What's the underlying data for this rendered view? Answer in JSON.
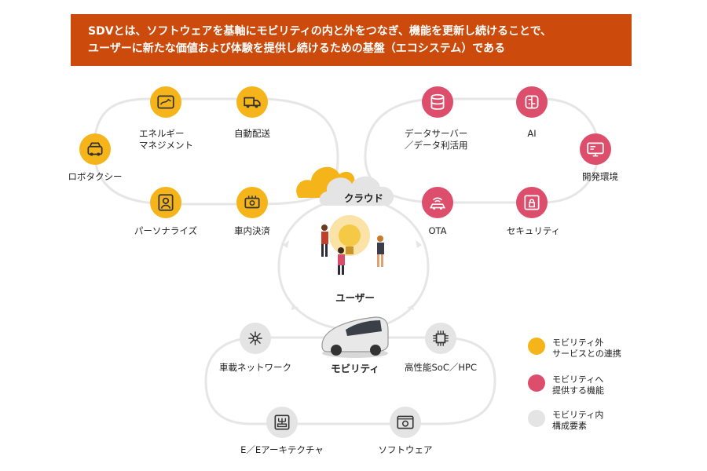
{
  "banner": {
    "line1": "SDVとは、ソフトウェアを基軸にモビリティの内と外をつなぎ、機能を更新し続けることで、",
    "line2": "ユーザーに新たな価値および体験を提供し続けるための基盤（エコシステム）である"
  },
  "center": {
    "cloud_label": "クラウド",
    "user_label": "ユーザー",
    "mobility_label": "モビリティ"
  },
  "outside_services": [
    {
      "label": "ロボタクシー",
      "icon": "taxi-icon"
    },
    {
      "label": "エネルギー\nマネジメント",
      "icon": "map-icon"
    },
    {
      "label": "自動配送",
      "icon": "delivery-truck-icon"
    },
    {
      "label": "パーソナライズ",
      "icon": "person-icon"
    },
    {
      "label": "車内決済",
      "icon": "payment-icon"
    }
  ],
  "provided_functions": [
    {
      "label": "データサーバー\n／データ利活用",
      "icon": "database-icon"
    },
    {
      "label": "AI",
      "icon": "brain-icon"
    },
    {
      "label": "開発環境",
      "icon": "monitor-icon"
    },
    {
      "label": "OTA",
      "icon": "wireless-car-icon"
    },
    {
      "label": "セキュリティ",
      "icon": "lock-icon"
    }
  ],
  "internal_elements": [
    {
      "label": "車載ネットワーク",
      "icon": "network-icon"
    },
    {
      "label": "高性能SoC／HPC",
      "icon": "chip-icon"
    },
    {
      "label": "E／Eアーキテクチャ",
      "icon": "architecture-icon"
    },
    {
      "label": "ソフトウェア",
      "icon": "software-icon"
    }
  ],
  "legend": [
    {
      "label": "モビリティ外\nサービスとの連携",
      "color": "#f5b51a"
    },
    {
      "label": "モビリティへ\n提供する機能",
      "color": "#dc4e6c"
    },
    {
      "label": "モビリティ内\n構成要素",
      "color": "#e4e4e4"
    }
  ],
  "colors": {
    "banner": "#cc4b0c",
    "outside": "#f5b51a",
    "provided": "#dc4e6c",
    "internal": "#e4e4e4",
    "path": "#e6e6e6"
  }
}
